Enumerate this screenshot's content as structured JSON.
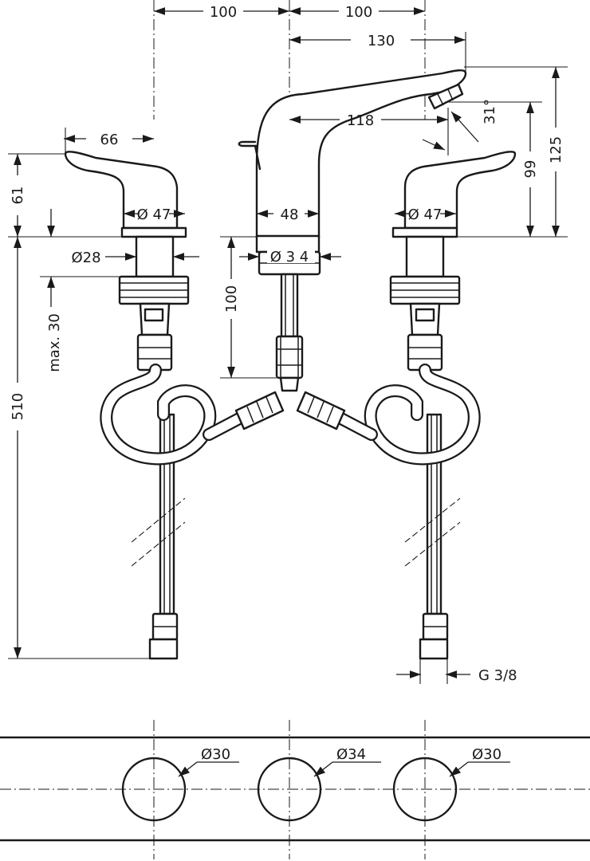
{
  "dimensions": {
    "spread_left": "100",
    "spread_right": "100",
    "spout_reach": "130",
    "spout_projection": "118",
    "handle_length": "66",
    "handle_height": "61",
    "handle_diameter_left": "Ø 47",
    "handle_diameter_right": "Ø 47",
    "spout_base": "48",
    "shank_diameter": "Ø28",
    "spout_shank": "Ø 3 4",
    "spout_clearance": "100",
    "max_deck": "max. 30",
    "spout_height": "99",
    "total_height": "125",
    "spray_angle": "31°",
    "hose_length": "510",
    "connection_thread": "G 3/8"
  },
  "holes": {
    "left": "Ø30",
    "center": "Ø34",
    "right": "Ø30"
  },
  "colors": {
    "line": "#1a1a1a",
    "background": "#ffffff"
  }
}
